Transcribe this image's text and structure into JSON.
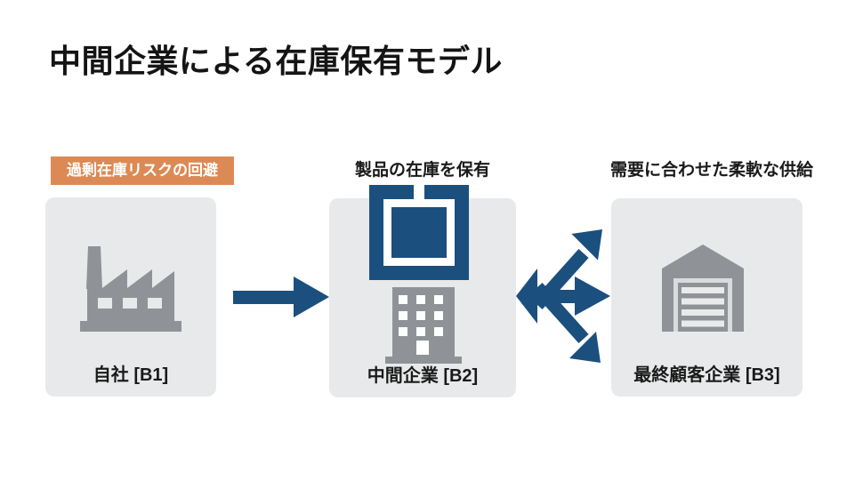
{
  "title": "中間企業による在庫保有モデル",
  "diagram": {
    "nodes": [
      {
        "id": "B1",
        "caption": "自社 [B1]",
        "icon": "factory-icon",
        "tag": "過剰在庫リスクの回避"
      },
      {
        "id": "B2",
        "caption": "中間企業 [B2]",
        "icon": "office-building-icon",
        "badge_icon": "inventory-box-icon",
        "top_label": "製品の在庫を保有"
      },
      {
        "id": "B3",
        "caption": "最終顧客企業 [B3]",
        "icon": "warehouse-icon",
        "top_label": "需要に合わせた柔軟な供給"
      }
    ],
    "arrows": [
      {
        "from": "B1",
        "to": "B2",
        "type": "single-right"
      },
      {
        "from": "B2",
        "to": "B3",
        "type": "bidirectional-fanout"
      }
    ]
  },
  "colors": {
    "background": "#FFFFFF",
    "node_fill": "#E8E9EA",
    "icon_gray": "#8F9397",
    "accent_blue": "#1B4F7E",
    "accent_orange": "#DC8A55",
    "title_text": "#141414",
    "tag_text": "#FFFFFF"
  }
}
